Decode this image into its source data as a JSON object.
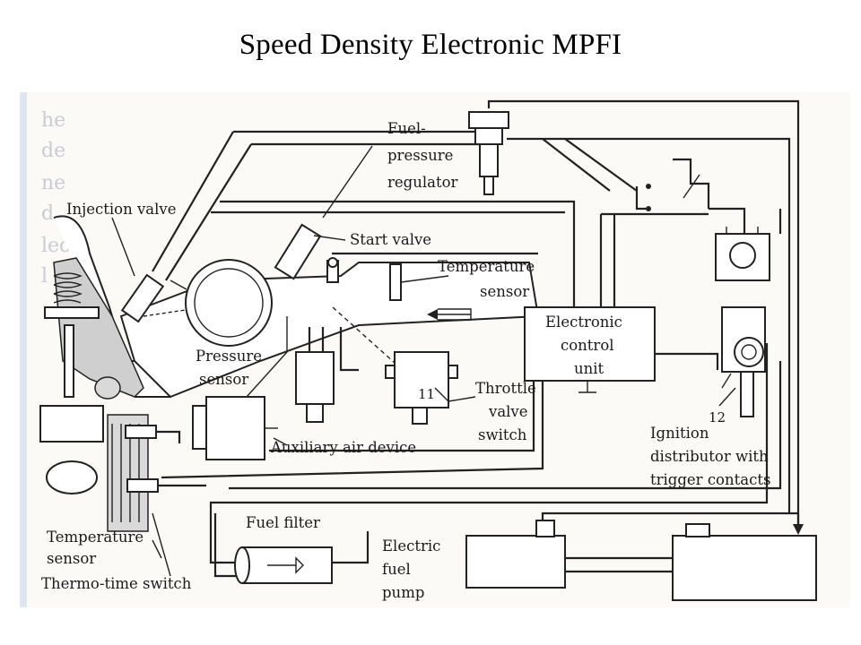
{
  "title": "Speed Density Electronic MPFI",
  "labels": {
    "fuel_pressure_regulator": [
      "Fuel-",
      "pressure",
      "regulator"
    ],
    "injection_valve": "Injection valve",
    "start_valve": "Start valve",
    "temperature_sensor_intake": [
      "Temperature",
      "sensor"
    ],
    "electronic_control_unit": [
      "Electronic",
      "control",
      "unit"
    ],
    "pressure_sensor": [
      "Pressure",
      "sensor"
    ],
    "throttle_valve_switch": [
      "Throttle",
      "valve",
      "switch"
    ],
    "auxiliary_air_device": "Auxiliary air device",
    "ignition_distributor": [
      "Ignition",
      "distributor with",
      "trigger contacts"
    ],
    "fuel_filter": "Fuel filter",
    "electric_fuel_pump": [
      "Electric",
      "fuel",
      "pump"
    ],
    "temperature_sensor_engine": [
      "Temperature",
      "sensor"
    ],
    "thermo_time_switch": "Thermo-time switch",
    "callout_11": "11",
    "callout_12": "12"
  }
}
